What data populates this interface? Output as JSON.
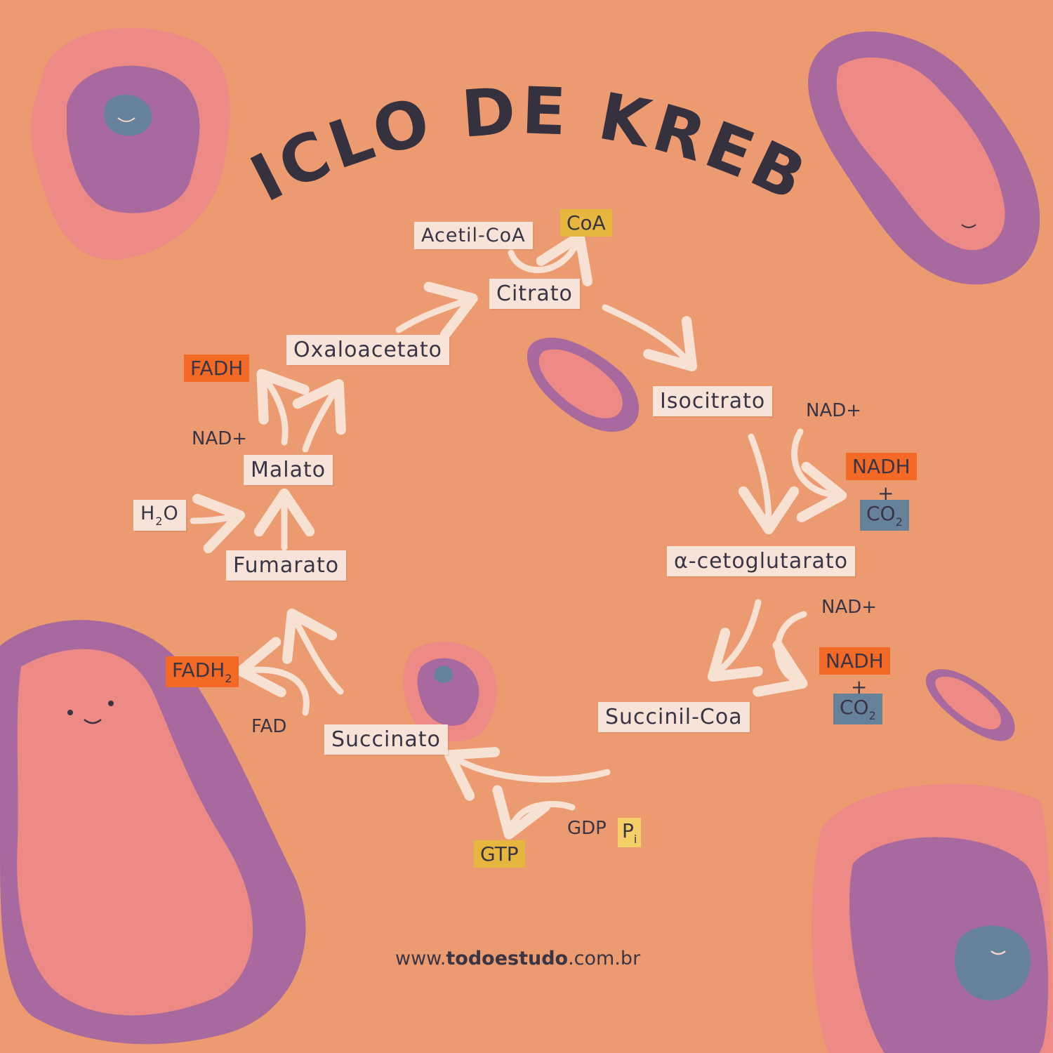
{
  "title": "CICLO DE KREBS",
  "nodes": {
    "acetil_coa": "Acetil-CoA",
    "citrato": "Citrato",
    "isocitrato": "Isocitrato",
    "alfa_cetoglutarato": "α-cetoglutarato",
    "succinil_coa": "Succinil-Coa",
    "succinato": "Succinato",
    "fumarato": "Fumarato",
    "malato": "Malato",
    "oxaloacetato": "Oxaloacetato"
  },
  "side": {
    "coa": "CoA",
    "nad_plus": "NAD+",
    "nadh": "NADH",
    "plus": "+",
    "co": "CO",
    "sub_2": "2",
    "gdp": "GDP",
    "p": "P",
    "sub_i": "i",
    "gtp": "GTP",
    "fad": "FAD",
    "fadh": "FADH",
    "h": "H",
    "o": "O"
  },
  "footer": {
    "prefix": "www.",
    "brand": "todoestudo",
    "suffix": ".com.br"
  },
  "colors": {
    "background": "#ec9a70",
    "label_bg": "#f7e3d8",
    "nadh_fadh": "#f26a25",
    "co2": "#66829b",
    "coa_gtp": "#e6b63f",
    "cell_purple": "#a86a9e",
    "cell_pink": "#ee8a85",
    "text": "#3a3544"
  }
}
